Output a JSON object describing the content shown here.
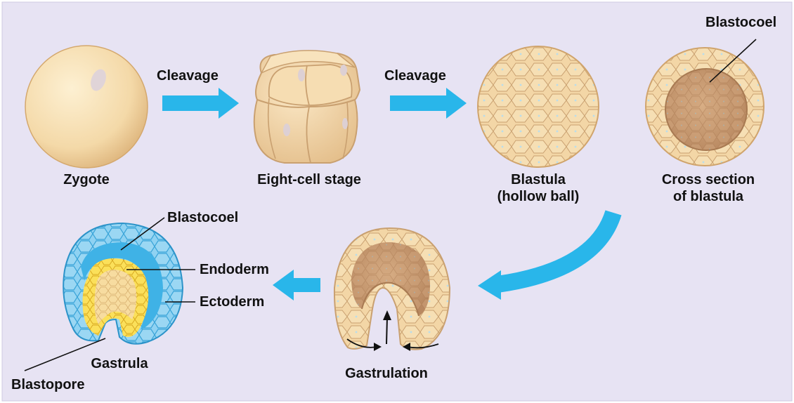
{
  "colors": {
    "background": "#e7e3f3",
    "arrow": "#29b6ea",
    "embryo": "#f3d6a6",
    "cell_outline": "#c9a070",
    "interior": "#c79b74",
    "ectoderm": "#8fd2f2",
    "endoderm": "#fbe05a"
  },
  "labels": {
    "zygote": "Zygote",
    "eight_cell": "Eight-cell stage",
    "blastula_line1": "Blastula",
    "blastula_line2": "(hollow ball)",
    "cross_line1": "Cross section",
    "cross_line2": "of blastula",
    "cleavage_1": "Cleavage",
    "cleavage_2": "Cleavage",
    "blastocoel_top": "Blastocoel",
    "blastocoel_gastrula": "Blastocoel",
    "endoderm": "Endoderm",
    "ectoderm": "Ectoderm",
    "gastrula": "Gastrula",
    "blastopore": "Blastopore",
    "gastrulation": "Gastrulation"
  },
  "icons": [
    "zygote-icon",
    "eight-cell-icon",
    "blastula-icon",
    "blastula-cross-section-icon",
    "gastrulation-icon",
    "gastrula-icon"
  ]
}
